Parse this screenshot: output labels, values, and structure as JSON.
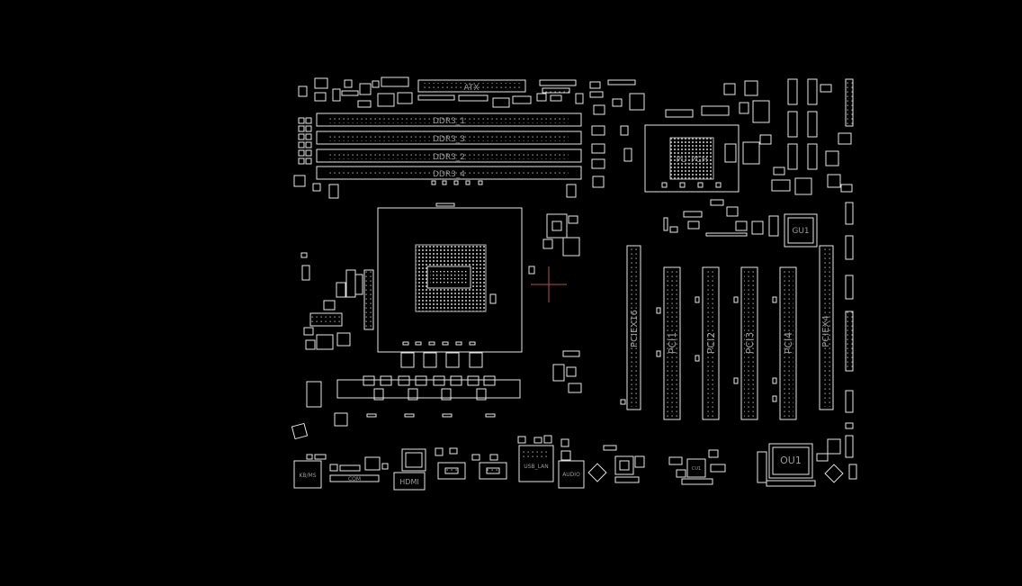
{
  "colors": {
    "background": "#000000",
    "outline": "#e6e6e6",
    "label": "#9a9a9a",
    "cursor": "#b05050"
  },
  "labels": {
    "atx": "ATX",
    "ddr": [
      "DDR3_1",
      "DDR3_3",
      "DDR3_2",
      "DDR3_4"
    ],
    "pch": "PU_PCH",
    "gpu": "GU1",
    "pciex16": "PCIEX16",
    "pci": [
      "PCI1",
      "PCI2",
      "PCI3",
      "PCI4"
    ],
    "pciex4": "PCIEX4",
    "out": "OU1",
    "hdmi": "HDMI",
    "usb_lan": "USB_LAN",
    "audio": "AUDIO",
    "ps2": "KB/MS",
    "com": "COM",
    "cu1": "CU1"
  },
  "icons": {
    "cursor": "crosshair-icon"
  }
}
